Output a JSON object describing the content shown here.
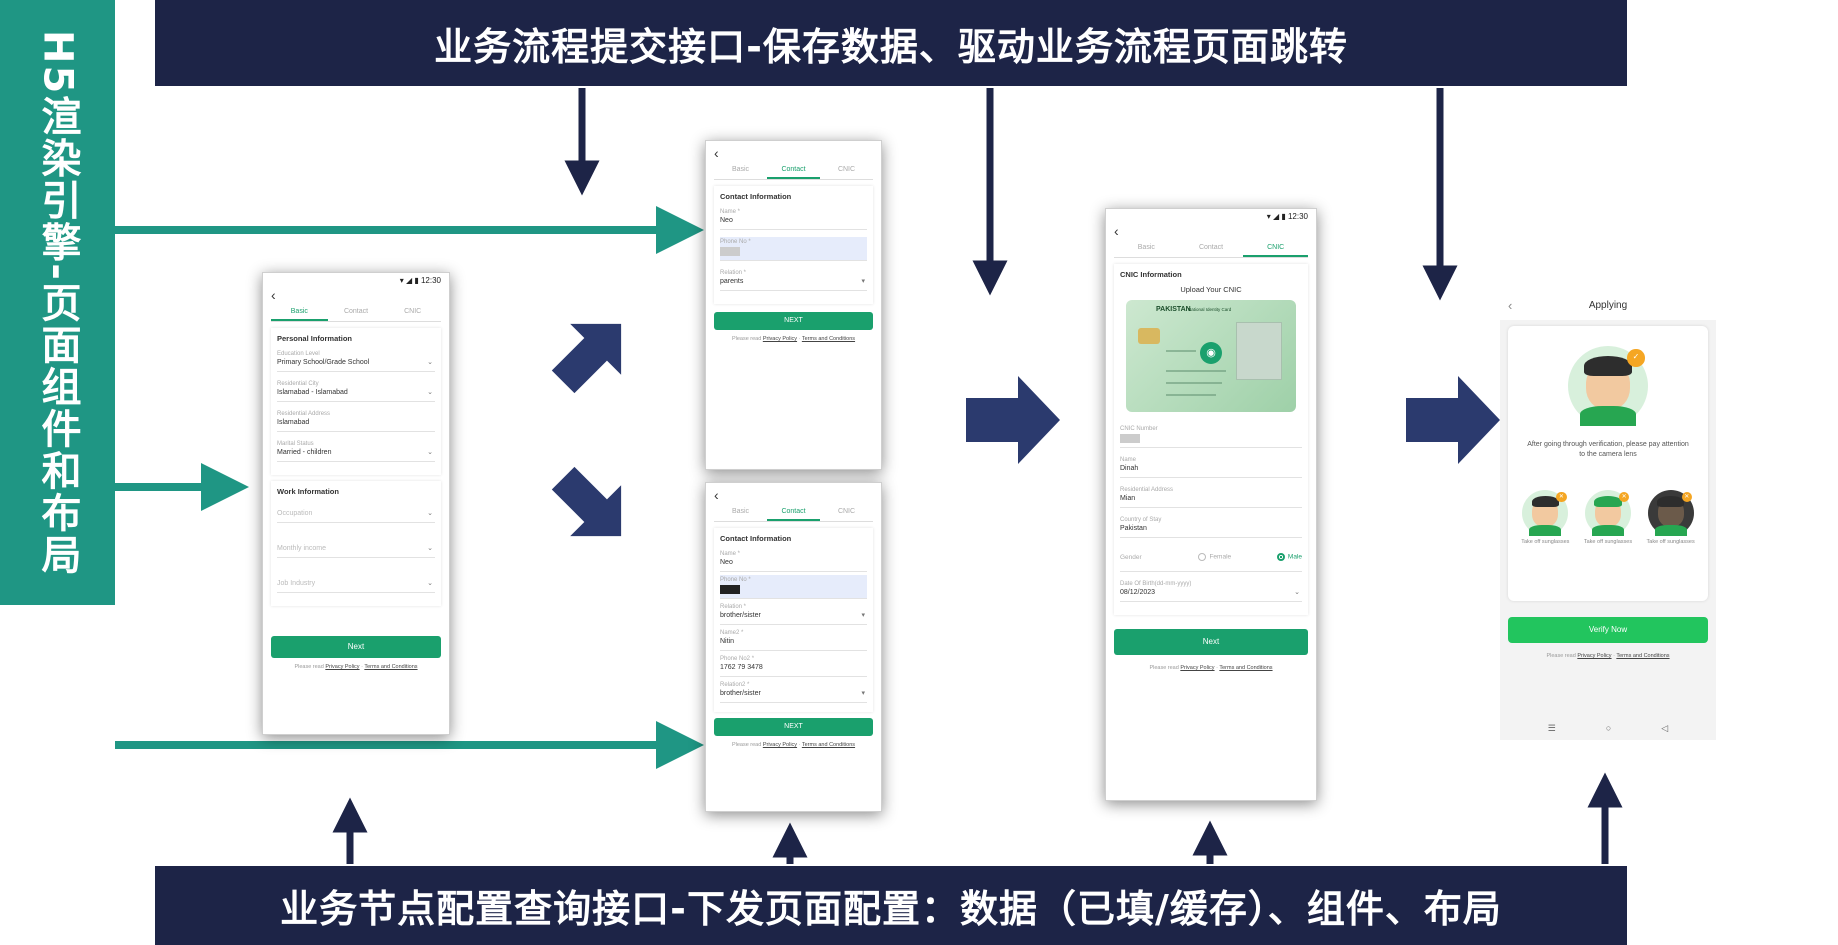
{
  "top_banner": "业务流程提交接口-保存数据、驱动业务流程页面跳转",
  "bottom_banner": "业务节点配置查询接口-下发页面配置：数据（已填/缓存）、组件、布局",
  "side_banner": "H5渲染引擎-页面组件和布局",
  "colors": {
    "navy": "#1d2447",
    "teal": "#1f9684",
    "arrow_blue": "#2b3a6e",
    "green": "#1aa06d"
  },
  "common": {
    "status_time": "12:30",
    "back_icon": "‹"
  },
  "screen1": {
    "tabs": [
      "Basic",
      "Contact",
      "CNIC"
    ],
    "section1": "Personal Information",
    "fields1": [
      {
        "label": "Education Level",
        "value": "Primary School/Grade School"
      },
      {
        "label": "Residential City",
        "value": "Islamabad - Islamabad"
      },
      {
        "label": "Residential Address",
        "value": "Islamabad"
      },
      {
        "label": "Marital Status",
        "value": "Married - children"
      }
    ],
    "section2": "Work Information",
    "fields2": [
      "Occupation",
      "Monthly income",
      "Job Industry"
    ],
    "button": "Next",
    "foot_prefix": "Please read",
    "link1": "Privacy Policy",
    "link2": "Terms and Conditions"
  },
  "screen2": {
    "tabs": [
      "Basic",
      "Contact",
      "CNIC"
    ],
    "section": "Contact Information",
    "fields": [
      {
        "label": "Name *",
        "value": "Neo"
      },
      {
        "label": "Phone No *",
        "value": ""
      },
      {
        "label": "Relation *",
        "value": "parents"
      }
    ],
    "button": "NEXT",
    "foot_prefix": "Please read",
    "link1": "Privacy Policy",
    "link2": "Terms and Conditions"
  },
  "screen3": {
    "tabs": [
      "Basic",
      "Contact",
      "CNIC"
    ],
    "section": "Contact Information",
    "fields": [
      {
        "label": "Name *",
        "value": "Neo"
      },
      {
        "label": "Phone No *",
        "value": ""
      },
      {
        "label": "Relation *",
        "value": "brother/sister"
      },
      {
        "label": "Name2 *",
        "value": "Nitin"
      },
      {
        "label": "Phone No2 *",
        "value": "1762 79 3478"
      },
      {
        "label": "Relation2 *",
        "value": "brother/sister"
      }
    ],
    "button": "NEXT",
    "foot_prefix": "Please read",
    "link1": "Privacy Policy",
    "link2": "Terms and Conditions"
  },
  "screen4": {
    "tabs": [
      "Basic",
      "Contact",
      "CNIC"
    ],
    "section": "CNIC Information",
    "upload_title": "Upload Your CNIC",
    "card_title": "PAKISTAN",
    "card_sub": "National Identity Card",
    "fields": [
      {
        "label": "CNIC Number",
        "value": ""
      },
      {
        "label": "Name",
        "value": "Dinah"
      },
      {
        "label": "Residential Address",
        "value": "Mian"
      },
      {
        "label": "Country of Stay",
        "value": "Pakistan"
      }
    ],
    "gender_label": "Gender",
    "gender_female": "Female",
    "gender_male": "Male",
    "dob_label": "Date Of Birth(dd-mm-yyyy)",
    "dob_value": "08/12/2023",
    "button": "Next",
    "foot_prefix": "Please read",
    "link1": "Privacy Policy",
    "link2": "Terms and Conditions"
  },
  "screen5": {
    "title": "Applying",
    "instruction": "After going through verification, please pay attention to the camera lens",
    "tips": [
      "Take off sunglasses",
      "Take off sunglasses",
      "Take off sunglasses"
    ],
    "button": "Verify Now",
    "foot_prefix": "Please read",
    "link1": "Privacy Policy",
    "link2": "Terms and Conditions",
    "nav": [
      "☰",
      "○",
      "◁"
    ]
  }
}
